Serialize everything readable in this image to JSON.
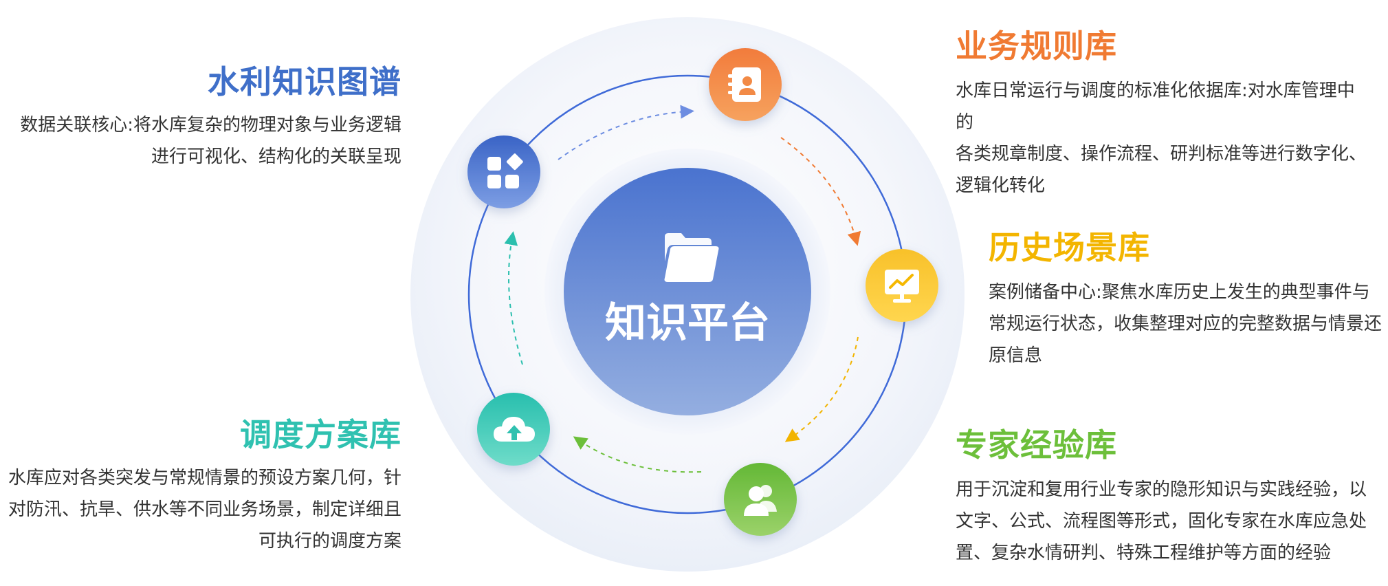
{
  "center": {
    "title": "知识平台"
  },
  "colors": {
    "graph": "#3f6fc9",
    "rules": "#f08a3a",
    "history": "#f5b800",
    "expert": "#6fbf3e",
    "plan": "#2fc1b0",
    "ring": "#3f6ad8"
  },
  "nodes": [
    {
      "id": "graph",
      "icon": "apps-grid-icon",
      "title": "水利知识图谱",
      "lines": [
        "数据关联核心:将水库复杂的物理对象与业务逻辑",
        "进行可视化、结构化的关联呈现"
      ]
    },
    {
      "id": "rules",
      "icon": "contact-book-icon",
      "title": "业务规则库",
      "lines": [
        "水库日常运行与调度的标准化依据库:对水库管理中的",
        "各类规章制度、操作流程、研判标准等进行数字化、",
        "逻辑化转化"
      ]
    },
    {
      "id": "history",
      "icon": "monitor-chart-icon",
      "title": "历史场景库",
      "lines": [
        "案例储备中心:聚焦水库历史上发生的典型事件与",
        "常规运行状态，收集整理对应的完整数据与情景还",
        "原信息"
      ]
    },
    {
      "id": "expert",
      "icon": "users-icon",
      "title": "专家经验库",
      "lines": [
        "用于沉淀和复用行业专家的隐形知识与实践经验，以",
        "文字、公式、流程图等形式，固化专家在水库应急处",
        "置、复杂水情研判、特殊工程维护等方面的经验"
      ]
    },
    {
      "id": "plan",
      "icon": "cloud-upload-icon",
      "title": "调度方案库",
      "lines": [
        "水库应对各类突发与常规情景的预设方案几何，针",
        "对防汛、抗旱、供水等不同业务场景，制定详细且",
        "可执行的调度方案"
      ]
    }
  ]
}
